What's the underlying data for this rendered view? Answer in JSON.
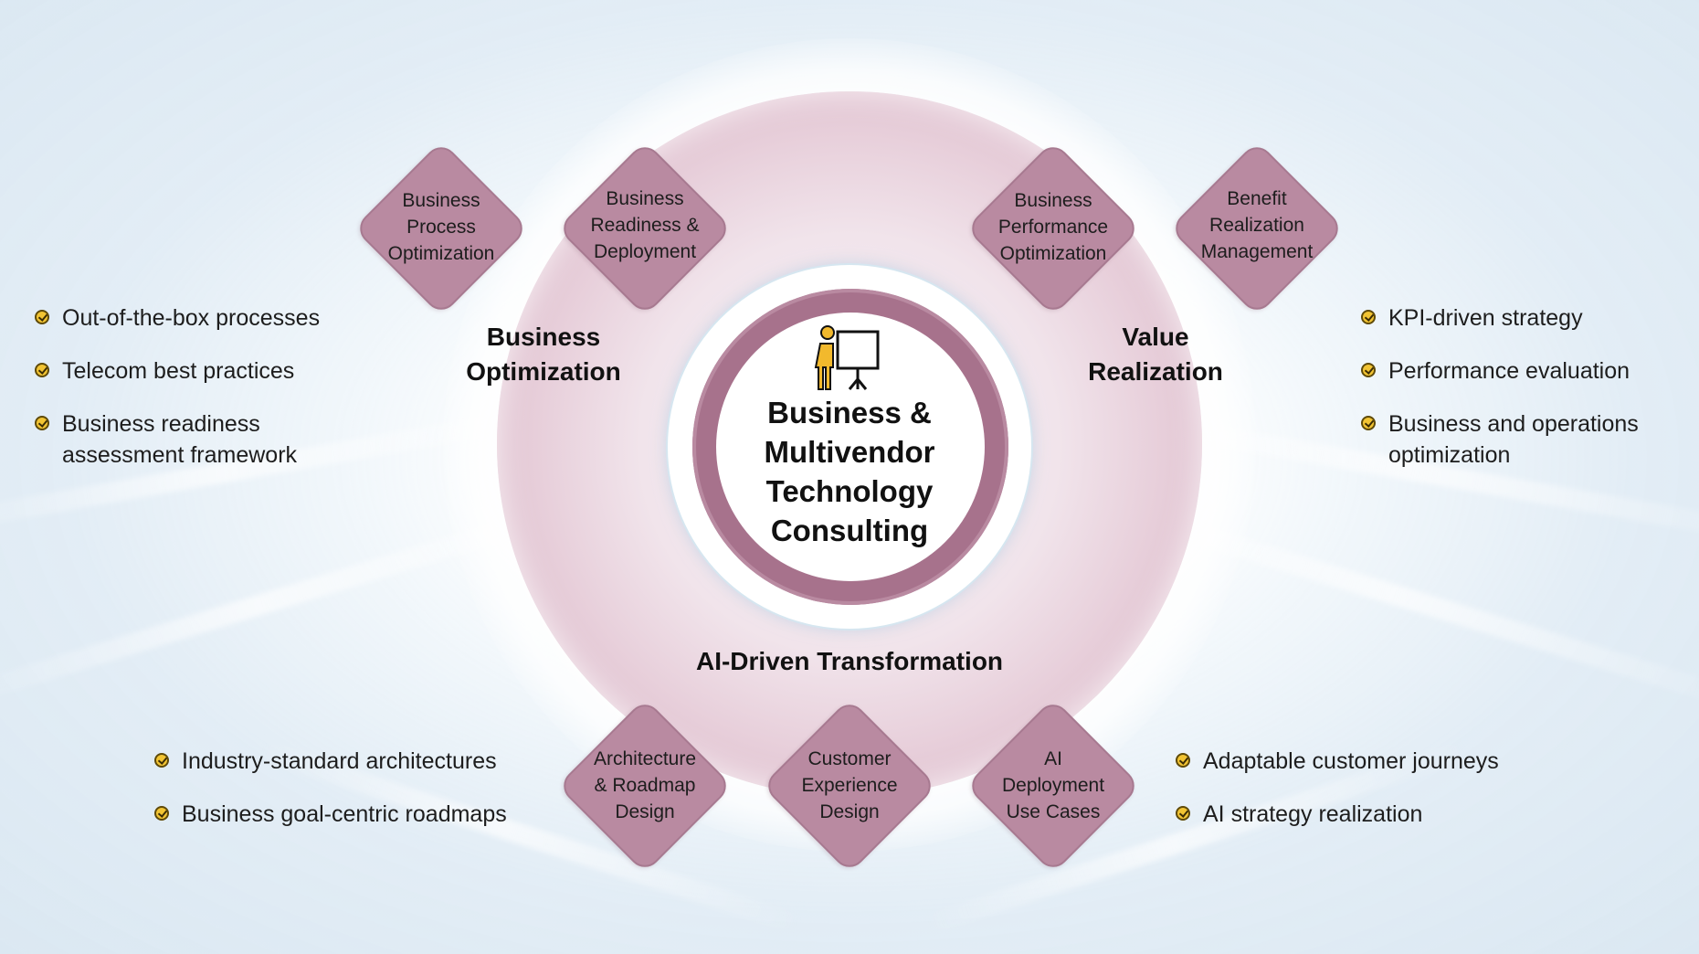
{
  "center": {
    "title": "Business &\nMultivendor\nTechnology\nConsulting",
    "icon": "presentation-icon"
  },
  "sections": {
    "business_optimization": "Business\nOptimization",
    "value_realization": "Value\nRealization",
    "ai_transformation": "AI-Driven Transformation"
  },
  "diamonds": {
    "business_process": "Business\nProcess\nOptimization",
    "business_readiness": "Business\nReadiness &\nDeployment",
    "business_performance": "Business\nPerformance\nOptimization",
    "benefit_realization": "Benefit\nRealization\nManagement",
    "architecture_roadmap": "Architecture\n& Roadmap\nDesign",
    "customer_experience": "Customer\nExperience\nDesign",
    "ai_deployment": "AI\nDeployment\nUse Cases"
  },
  "lists": {
    "left_top": [
      "Out-of-the-box processes",
      "Telecom best practices",
      "Business readiness\nassessment framework"
    ],
    "right_top": [
      "KPI-driven strategy",
      "Performance evaluation",
      "Business and operations\noptimization"
    ],
    "left_bottom": [
      "Industry-standard architectures",
      "Business goal-centric roadmaps"
    ],
    "right_bottom": [
      "Adaptable customer journeys",
      "AI strategy realization"
    ]
  },
  "colors": {
    "background": "#dbe8f2",
    "ring_light": "#f1e4eb",
    "ring_dark": "#a7728c",
    "diamond": "#b98aa1",
    "bullet_yellow": "#f2c433",
    "text": "#111111"
  }
}
